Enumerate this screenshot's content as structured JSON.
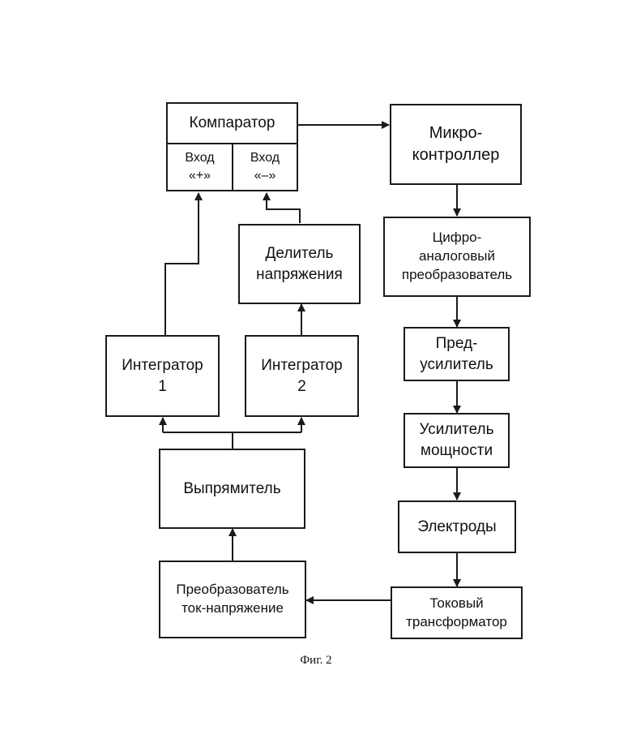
{
  "blocks": {
    "comparator": "Компаратор",
    "input_plus": "Вход\n«+»",
    "input_minus": "Вход\n«–»",
    "microcontroller": "Микро-\nконтроллер",
    "divider": "Делитель\nнапряжения",
    "dac": "Цифро-\nаналоговый\nпреобразователь",
    "integrator1": "Интегратор\n1",
    "integrator2": "Интегратор\n2",
    "preamp": "Пред-\nусилитель",
    "power_amp": "Усилитель\nмощности",
    "rectifier": "Выпрямитель",
    "electrodes": "Электроды",
    "iv_converter": "Преобразователь\nток-напряжение",
    "current_transformer": "Токовый\nтрансформатор"
  },
  "caption": "Фиг. 2"
}
